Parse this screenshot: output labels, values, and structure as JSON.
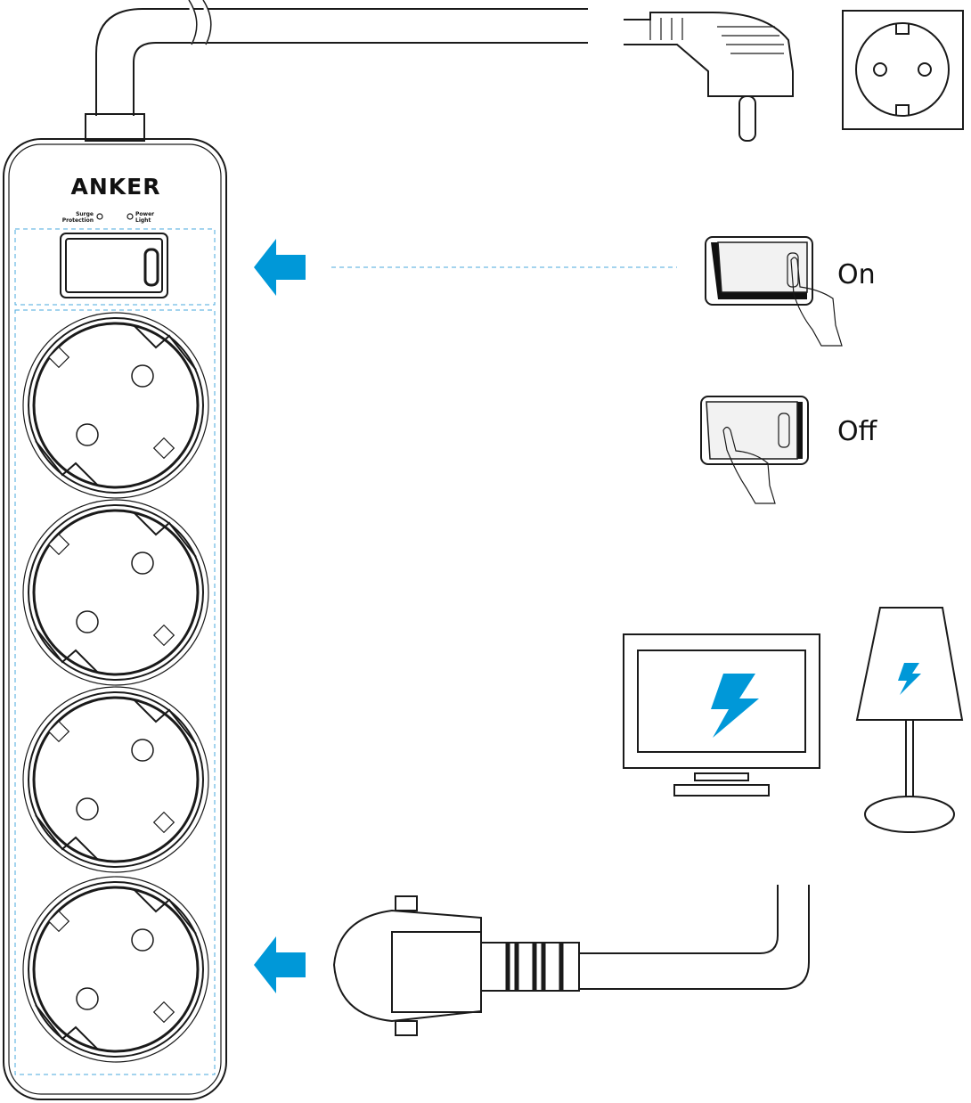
{
  "brand": "ANKER",
  "indicators": {
    "surge_line1": "Surge",
    "surge_line2": "Protection",
    "power_line1": "Power",
    "power_line2": "Light"
  },
  "switch_states": {
    "on_label": "On",
    "off_label": "Off"
  },
  "socket_count": 4,
  "colors": {
    "accent": "#0098d8",
    "guide": "#4aa8dc",
    "line": "#1a1a1a"
  }
}
